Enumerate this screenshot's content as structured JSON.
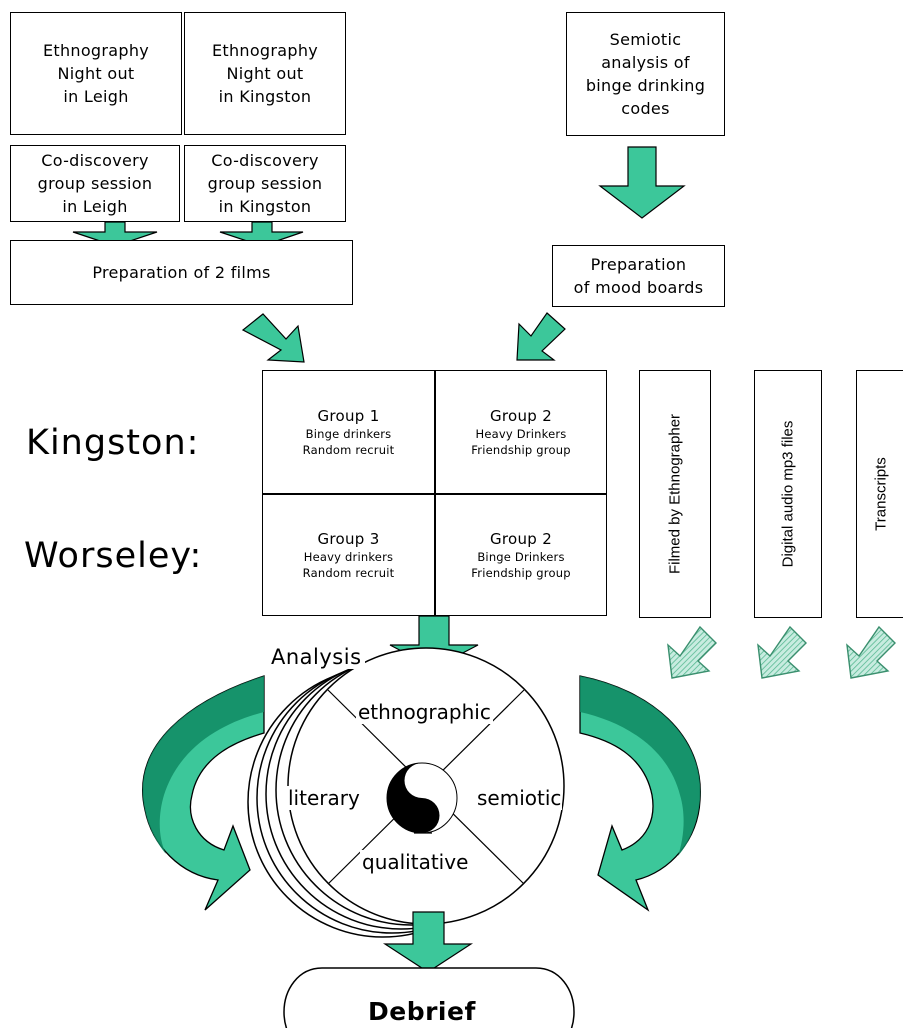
{
  "colors": {
    "arrow_fill": "#3cc79a",
    "arrow_dark": "#0f8a63",
    "arrow_light": "#92d6c0",
    "stroke": "#000000",
    "background": "#ffffff"
  },
  "top_left": {
    "ethno_leigh": "Ethnography\nNight out\nin Leigh",
    "ethno_kingston": "Ethnography\nNight out\nin Kingston",
    "codisc_leigh": "Co-discovery\ngroup session\nin Leigh",
    "codisc_kingston": "Co-discovery\ngroup session\nin Kingston",
    "films": "Preparation of 2 films"
  },
  "top_right": {
    "semiotic": "Semiotic\nanalysis of\nbinge drinking\ncodes",
    "mood_boards": "Preparation\nof mood boards"
  },
  "rows": {
    "kingston": "Kingston:",
    "worseley": "Worseley:"
  },
  "groups": [
    {
      "title": "Group 1",
      "line1": "Binge drinkers",
      "line2": "Random recruit"
    },
    {
      "title": "Group 2",
      "line1": "Heavy Drinkers",
      "line2": "Friendship group"
    },
    {
      "title": "Group 3",
      "line1": "Heavy drinkers",
      "line2": "Random recruit"
    },
    {
      "title": "Group 2",
      "line1": "Binge Drinkers",
      "line2": "Friendship group"
    }
  ],
  "outputs": [
    {
      "label": "Filmed by Ethnographer",
      "icon": "patterned-arrow-down-left"
    },
    {
      "label": "Digital audio mp3 files",
      "icon": "patterned-arrow-down-left"
    },
    {
      "label": "Transcripts",
      "icon": "patterned-arrow-down-left"
    }
  ],
  "analysis": {
    "title": "Analysis",
    "top": "ethnographic",
    "left": "literary",
    "right": "semiotic",
    "bottom": "qualitative",
    "center_icon": "yin-yang-icon"
  },
  "debrief": "Debrief"
}
